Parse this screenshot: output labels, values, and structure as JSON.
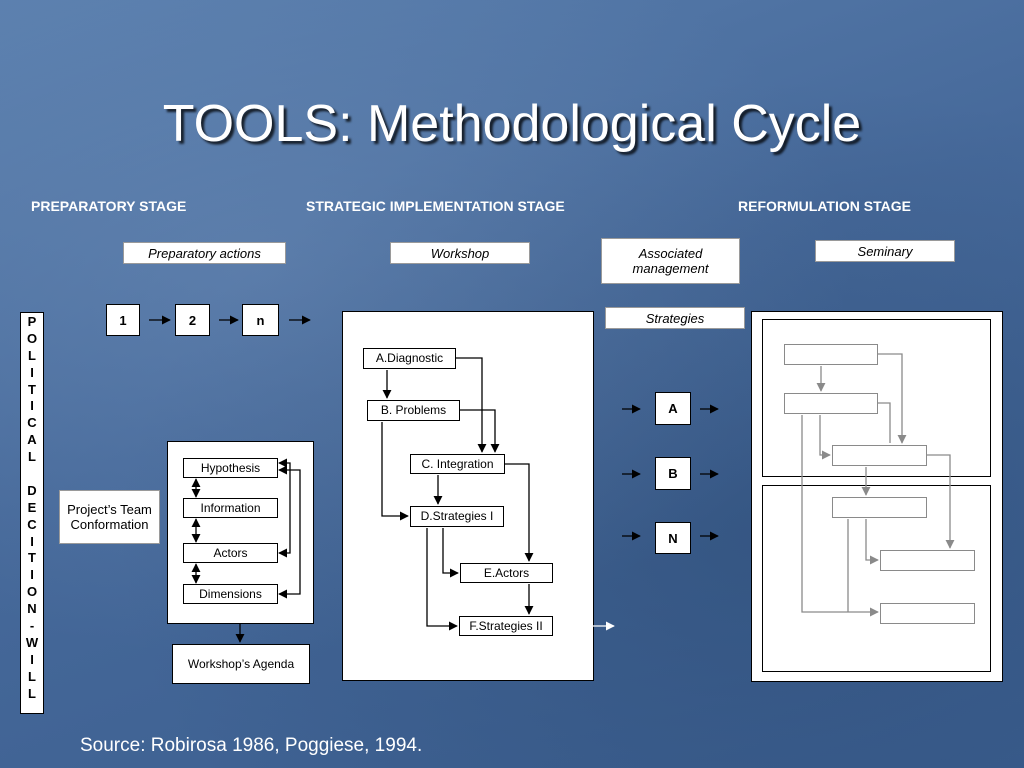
{
  "title": "TOOLS: Methodological Cycle",
  "stages": {
    "preparatory": "PREPARATORY STAGE",
    "strategic": "STRATEGIC IMPLEMENTATION STAGE",
    "reformulation": "REFORMULATION STAGE"
  },
  "labels": {
    "preparatory_actions": "Preparatory actions",
    "workshop": "Workshop",
    "associated_management": "Associated management",
    "seminary": "Seminary",
    "strategies": "Strategies"
  },
  "sequence": [
    "1",
    "2",
    "n"
  ],
  "vertical_text": [
    "P",
    "O",
    "L",
    "I",
    "T",
    "I",
    "C",
    "A",
    "L",
    " ",
    "D",
    "E",
    "C",
    "I",
    "T",
    "I",
    "O",
    "N",
    "-",
    "W",
    "I",
    "L",
    "L"
  ],
  "project_team": "Project’s Team Conformation",
  "workshop_items": [
    "Hypothesis",
    "Information",
    "Actors",
    "Dimensions"
  ],
  "workshop_agenda": "Workshop’s Agenda",
  "flow": {
    "diagnostic": "A.Diagnostic",
    "problems": "B. Problems",
    "integration": "C. Integration",
    "strategies1": "D.Strategies I",
    "actors": "E.Actors",
    "strategies2": "F.Strategies II"
  },
  "strategy_options": [
    "A",
    "B",
    "N"
  ],
  "source": "Source: Robirosa 1986, Poggiese, 1994."
}
